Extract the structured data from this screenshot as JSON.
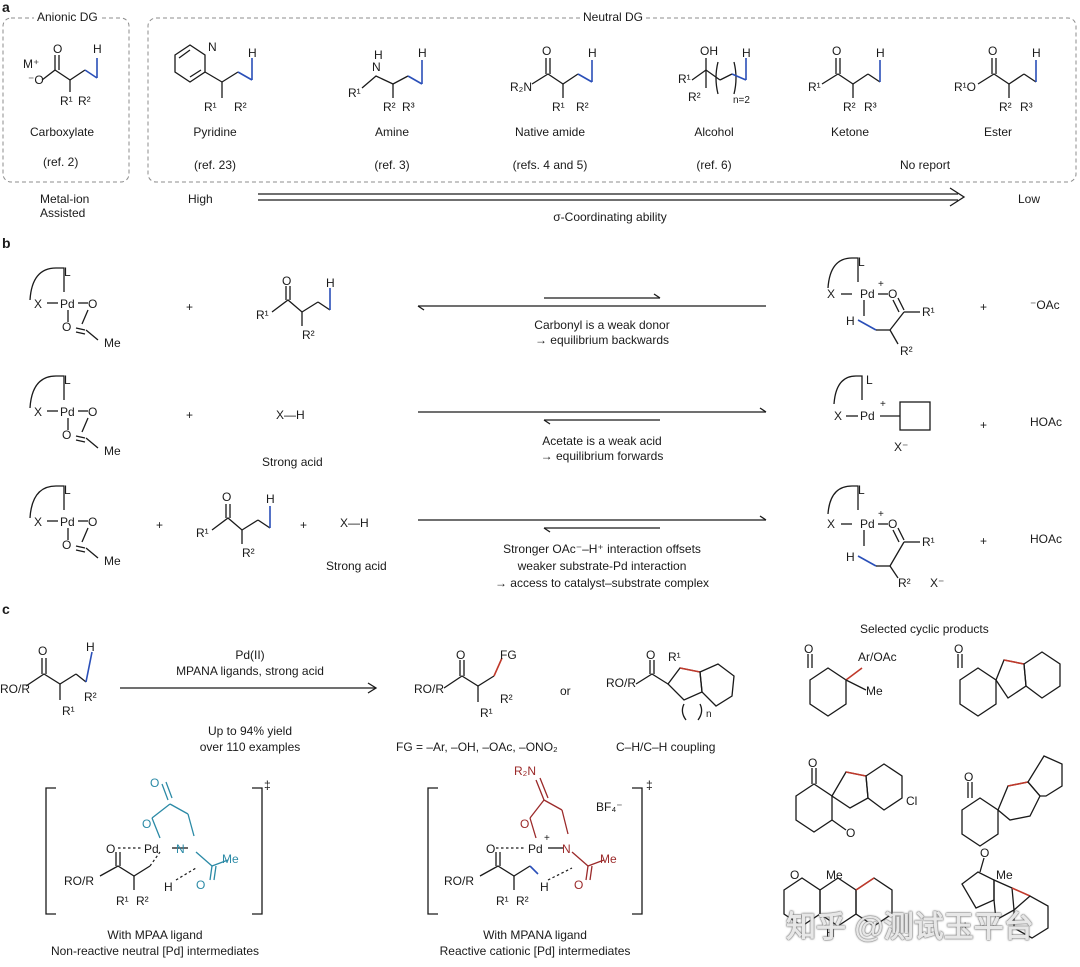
{
  "panel_a": {
    "label": "a",
    "anionic_title": "Anionic DG",
    "neutral_title": "Neutral DG",
    "carboxylate": {
      "name": "Carboxylate",
      "ref": "(ref. 2)",
      "note_line1": "Metal-ion",
      "note_line2": "Assisted",
      "metal": "M⁺",
      "o_minus": "⁻O",
      "o": "O",
      "h": "H",
      "r1": "R¹",
      "r2": "R²"
    },
    "groups": [
      {
        "name": "Pyridine",
        "ref": "(ref. 23)"
      },
      {
        "name": "Amine",
        "ref": "(ref. 3)"
      },
      {
        "name": "Native amide",
        "ref": "(refs. 4 and 5)"
      },
      {
        "name": "Alcohol",
        "ref": "(ref. 6)"
      },
      {
        "name": "Ketone",
        "ref": ""
      },
      {
        "name": "Ester",
        "ref": ""
      }
    ],
    "no_report": "No report",
    "high": "High",
    "low": "Low",
    "axis_label": "σ-Coordinating ability",
    "struct_labels": {
      "n": "N",
      "h": "H",
      "r1": "R¹",
      "r2": "R²",
      "r3": "R³",
      "r2n": "R₂N",
      "oh": "OH",
      "n2": "n=2",
      "o": "O",
      "r1o": "R¹O"
    }
  },
  "panel_b": {
    "label": "b",
    "pd": "Pd",
    "l": "L",
    "x": "X",
    "o": "O",
    "me": "Me",
    "h": "H",
    "r1": "R¹",
    "r2": "R²",
    "plus": "+",
    "xh": "X—H",
    "strong_acid": "Strong acid",
    "oac_minus": "⁻OAc",
    "hoac": "HOAc",
    "x_minus": "X⁻",
    "cation": "+",
    "row1_text1": "Carbonyl is a weak donor",
    "row1_text2": "→ equilibrium backwards",
    "row2_text1": "Acetate is a weak acid",
    "row2_text2": "→ equilibrium forwards",
    "row3_text1": "Stronger OAc⁻–H⁺ interaction offsets",
    "row3_text2": "weaker substrate-Pd interaction",
    "row3_text3": "→ access to catalyst–substrate complex"
  },
  "panel_c": {
    "label": "c",
    "reagent1": "Pd(II)",
    "reagent2": "MPANA ligands, strong acid",
    "yield1": "Up to 94% yield",
    "yield2": "over 110 examples",
    "or": "or",
    "fg_list": "FG = –Ar, –OH, –OAc, –ONO₂",
    "coupling": "C–H/C–H coupling",
    "selected": "Selected cyclic products",
    "ro_r": "RO/R",
    "fg": "FG",
    "r1": "R¹",
    "r2": "R²",
    "n": "n",
    "o": "O",
    "h": "H",
    "ar_oac": "Ar/OAc",
    "me": "Me",
    "cl": "Cl",
    "pd": "Pd",
    "n_atom": "N",
    "r2n": "R₂N",
    "bf4": "BF₄⁻",
    "dagger": "‡",
    "plus": "+",
    "left_caption1": "With MPAA ligand",
    "left_caption2": "Non-reactive neutral [Pd] intermediates",
    "right_caption1": "With MPANA ligand",
    "right_caption2": "Reactive cationic [Pd] intermediates",
    "watermark": "知乎 @测试玉平台"
  },
  "colors": {
    "blue_bond": "#2a4fb8",
    "red_bond": "#c0392b",
    "teal": "#2b8aa6",
    "maroon": "#9b2a2a"
  }
}
